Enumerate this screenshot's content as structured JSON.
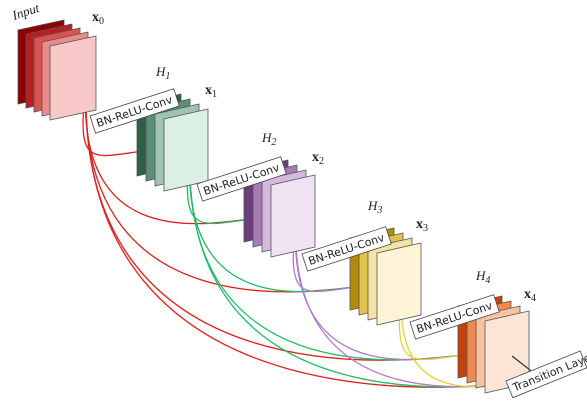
{
  "input_label": "Input",
  "x_labels": [
    {
      "base": "x",
      "sub": "0"
    },
    {
      "base": "x",
      "sub": "1"
    },
    {
      "base": "x",
      "sub": "2"
    },
    {
      "base": "x",
      "sub": "3"
    },
    {
      "base": "x",
      "sub": "4"
    }
  ],
  "h_labels": [
    {
      "base": "H",
      "sub": "1"
    },
    {
      "base": "H",
      "sub": "2"
    },
    {
      "base": "H",
      "sub": "3"
    },
    {
      "base": "H",
      "sub": "4"
    }
  ],
  "operation_labels": [
    "BN-ReLU-Conv",
    "BN-ReLU-Conv",
    "BN-ReLU-Conv",
    "BN-ReLU-Conv"
  ],
  "transition_label": "Transition Layer",
  "colors": {
    "block0": [
      "#8b0000",
      "#b22222",
      "#d9534f",
      "#eb8a8a",
      "#f8c8c8"
    ],
    "block1": [
      "#2f5f47",
      "#5d8f74",
      "#9fc5b0",
      "#dcefe4"
    ],
    "block2": [
      "#6b3d7a",
      "#a57cb3",
      "#d4b9dc",
      "#efe3f3"
    ],
    "block3": [
      "#b08b10",
      "#e1c24d",
      "#f4e3a3",
      "#fdf4d8"
    ],
    "block4": [
      "#c2410c",
      "#f08a4b",
      "#f9c3a0",
      "#fde5d5"
    ],
    "connections": {
      "red": "#e02020",
      "green": "#22bb66",
      "purple": "#b07ac8",
      "yellow": "#e8d030"
    }
  }
}
